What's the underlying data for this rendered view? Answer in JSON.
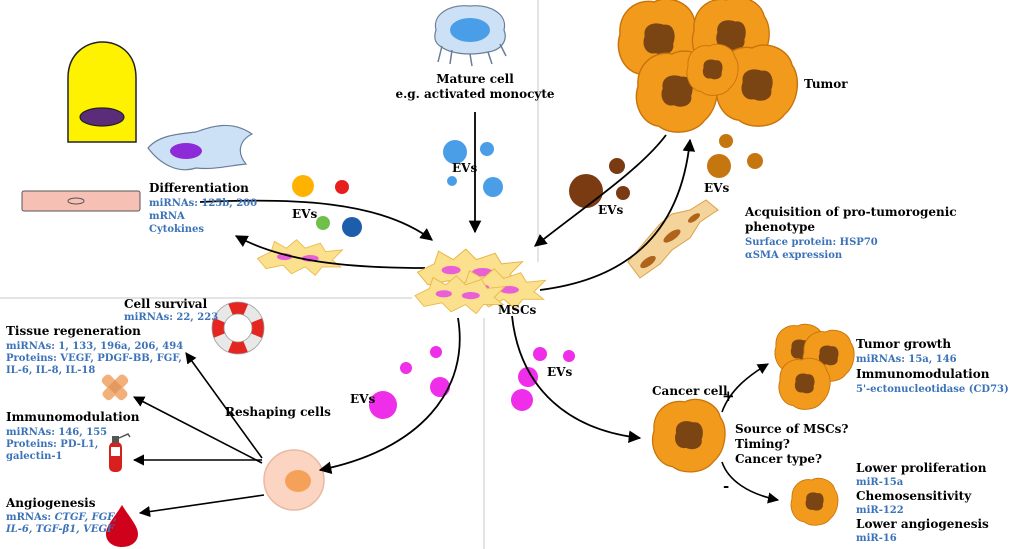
{
  "top_center": {
    "title1": "Mature cell",
    "title2": "e.g. activated monocyte",
    "evs": "EVs"
  },
  "top_left": {
    "title": "Differentiation",
    "l1": "miRNAs: 125b, 200",
    "l2": "mRNA",
    "l3": "Cytokines",
    "evs": "EVs"
  },
  "top_right": {
    "tumor": "Tumor",
    "evs_left": "EVs",
    "evs_right": "EVs",
    "title1": "Acquisition of pro-tumorogenic",
    "title2": "phenotype",
    "l1": "Surface protein: HSP70",
    "l2": "αSMA expression"
  },
  "center": {
    "mscs": "MSCs"
  },
  "bottom_left": {
    "cell_survival": "Cell survival",
    "cell_survival_mirna": "miRNAs: 22, 223",
    "tissue_regen": "Tissue regeneration",
    "tr1": "miRNAs: 1, 133, 196a, 206, 494",
    "tr2": "Proteins: VEGF, PDGF-BB, FGF,",
    "tr3": "IL-6, IL-8, IL-18",
    "immuno": "Immunomodulation",
    "im1": "miRNAs: 146, 155",
    "im2": "Proteins: PD-L1,",
    "im3": "galectin-1",
    "angio": "Angiogenesis",
    "an1a": "mRNAs: ",
    "an1b": "CTGF, FGF,",
    "an2": "IL-6, TGF-β1, VEGF",
    "reshaping": "Reshaping cells",
    "evs": "EVs"
  },
  "bottom_right": {
    "evs": "EVs",
    "cancer_cell": "Cancer cell",
    "q1": "Source of MSCs?",
    "q2": "Timing?",
    "q3": "Cancer type?",
    "plus": "+",
    "minus": "-",
    "growth": "Tumor growth",
    "growth_mirna": "miRNAs: 15a, 146",
    "immuno": "Immunomodulation",
    "immuno_detail": "5'-ectonucleotidase (CD73)",
    "lower_prolif": "Lower proliferation",
    "lp_mirna": "miR-15a",
    "chemo": "Chemosensitivity",
    "chemo_mirna": "miR-122",
    "lower_angio": "Lower angiogenesis",
    "la_mirna": "miR-16"
  },
  "colors": {
    "label_blue": "#3b72b8",
    "tumor_orange": "#f29a1c",
    "tumor_core": "#7a4512",
    "ev_magenta": "#ee2ee8",
    "msc_fill": "#fbe08e",
    "msc_nucleus": "#e85fd6"
  }
}
